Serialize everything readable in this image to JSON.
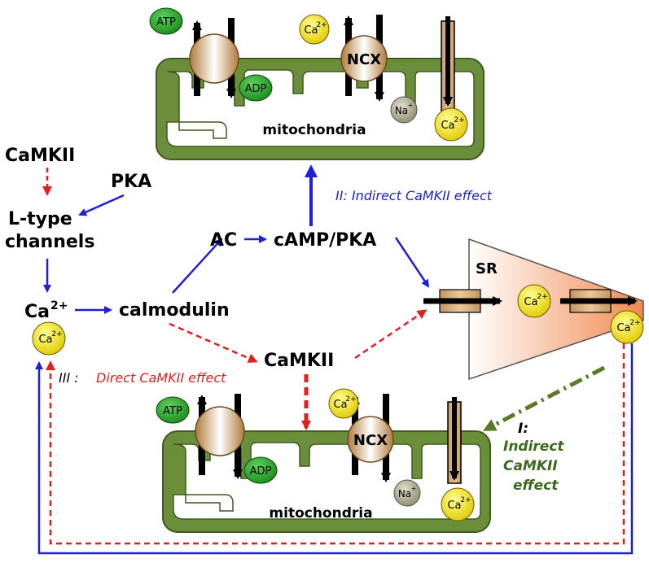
{
  "colors": {
    "blue": "#1f1fd6",
    "red": "#e02020",
    "green": "#5a7a2a",
    "mito": "#6b8e3a",
    "ca": "#f2e21a",
    "atp": "#2aa02a",
    "na": "#a9a590",
    "sr": "#f6a070"
  },
  "labels": {
    "camkii_left": "CaMKII",
    "pka": "PKA",
    "ltype_1": "L-type",
    "ltype_2": "channels",
    "ca_free": "Ca",
    "ca_free_sup": "2+",
    "calmodulin": "calmodulin",
    "ac": "AC",
    "camp_pka": "cAMP/PKA",
    "camkii_center": "CaMKII",
    "sr": "SR",
    "mito_top": "mitochondria",
    "mito_bottom": "mitochondria",
    "ncx": "NCX",
    "atp": "ATP",
    "adp": "ADP",
    "ca_badge": "Ca",
    "ca_badge_sup": "2+",
    "na_badge": "Na",
    "na_badge_sup": "+"
  },
  "effects": {
    "indirect_ii": "II: Indirect CaMKII effect",
    "direct_iii_num": "III :",
    "direct_iii_text": "Direct CaMKII effect",
    "indirect_i_1": "I:",
    "indirect_i_2": "Indirect",
    "indirect_i_3": "CaMKII",
    "indirect_i_4": "effect"
  }
}
